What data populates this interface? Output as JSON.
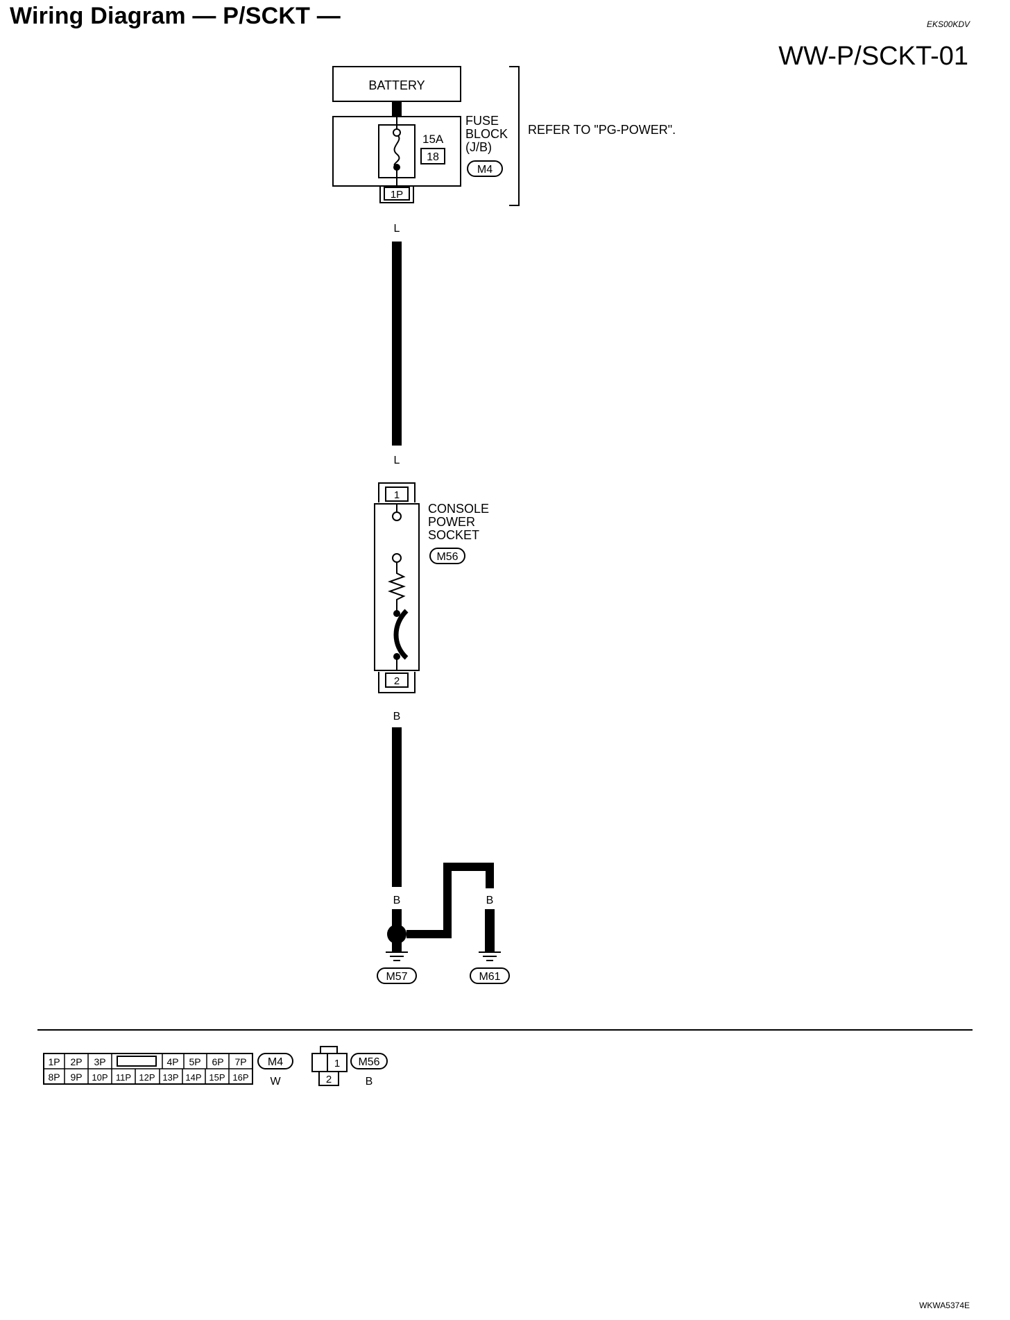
{
  "header": {
    "title": "Wiring Diagram — P/SCKT —",
    "code": "EKS00KDV",
    "diagram_id": "WW-P/SCKT-01"
  },
  "battery": {
    "label": "BATTERY"
  },
  "fuse_block": {
    "label_lines": [
      "FUSE",
      "BLOCK",
      "(J/B)"
    ],
    "amperage": "15A",
    "fuse_number": "18",
    "connector": "M4",
    "terminal": "1P"
  },
  "refer_note": "REFER TO \"PG-POWER\".",
  "wires": {
    "upper_color_top": "L",
    "upper_color_bottom": "L",
    "lower_color": "B",
    "ground_left": "B",
    "ground_mid": "B",
    "ground_right": "B"
  },
  "socket": {
    "label_lines": [
      "CONSOLE",
      "POWER",
      "SOCKET"
    ],
    "connector": "M56",
    "terminal_top": "1",
    "terminal_bottom": "2"
  },
  "grounds": [
    "M57",
    "M61"
  ],
  "connector_views": {
    "m4": {
      "row1": [
        "1P",
        "2P",
        "3P",
        "",
        "4P",
        "5P",
        "6P",
        "7P"
      ],
      "row2": [
        "8P",
        "9P",
        "10P",
        "11P",
        "12P",
        "13P",
        "14P",
        "15P",
        "16P"
      ],
      "name": "M4",
      "color": "W"
    },
    "m56": {
      "pins": [
        "1",
        "2"
      ],
      "name": "M56",
      "color": "B"
    }
  },
  "footer_code": "WKWA5374E"
}
